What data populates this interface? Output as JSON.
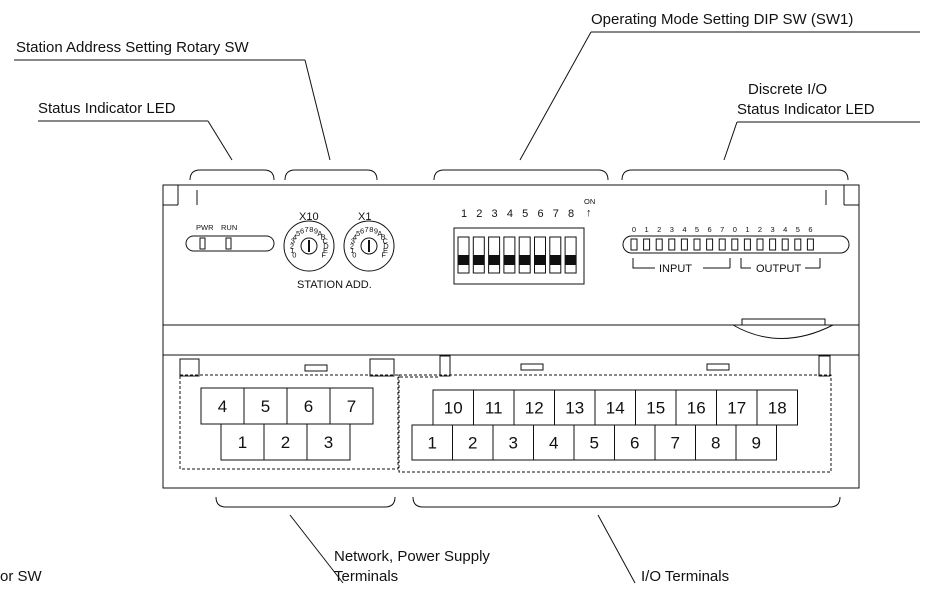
{
  "callouts": {
    "status_led": "Status Indicator LED",
    "rotary_sw": "Station Address Setting Rotary SW",
    "dip_sw": "Operating Mode Setting DIP SW (SW1)",
    "io_led_line1": "Discrete I/O",
    "io_led_line2": "Status Indicator LED",
    "network_line1": "Network, Power Supply",
    "network_line2": "Terminals",
    "io_terminals": "I/O Terminals",
    "cut_left": "or SW"
  },
  "status_leds": {
    "pwr": "PWR",
    "run": "RUN"
  },
  "rotary": {
    "x10_label": "X10",
    "x1_label": "X1",
    "dial_text": "0123456789ABCDEF",
    "station_label": "STATION ADD."
  },
  "dip": {
    "numbers": [
      "1",
      "2",
      "3",
      "4",
      "5",
      "6",
      "7",
      "8"
    ],
    "on_label": "ON",
    "on_arrow": "↑"
  },
  "io_led": {
    "input_numbers": [
      "0",
      "1",
      "2",
      "3",
      "4",
      "5",
      "6",
      "7"
    ],
    "output_numbers": [
      "0",
      "1",
      "2",
      "3",
      "4",
      "5",
      "6"
    ],
    "input_label": "INPUT",
    "output_label": "OUTPUT"
  },
  "network_terminals": {
    "top": [
      "4",
      "5",
      "6",
      "7"
    ],
    "bottom": [
      "1",
      "2",
      "3"
    ]
  },
  "io_terminals": {
    "top": [
      "10",
      "11",
      "12",
      "13",
      "14",
      "15",
      "16",
      "17",
      "18"
    ],
    "bottom": [
      "1",
      "2",
      "3",
      "4",
      "5",
      "6",
      "7",
      "8",
      "9"
    ]
  }
}
